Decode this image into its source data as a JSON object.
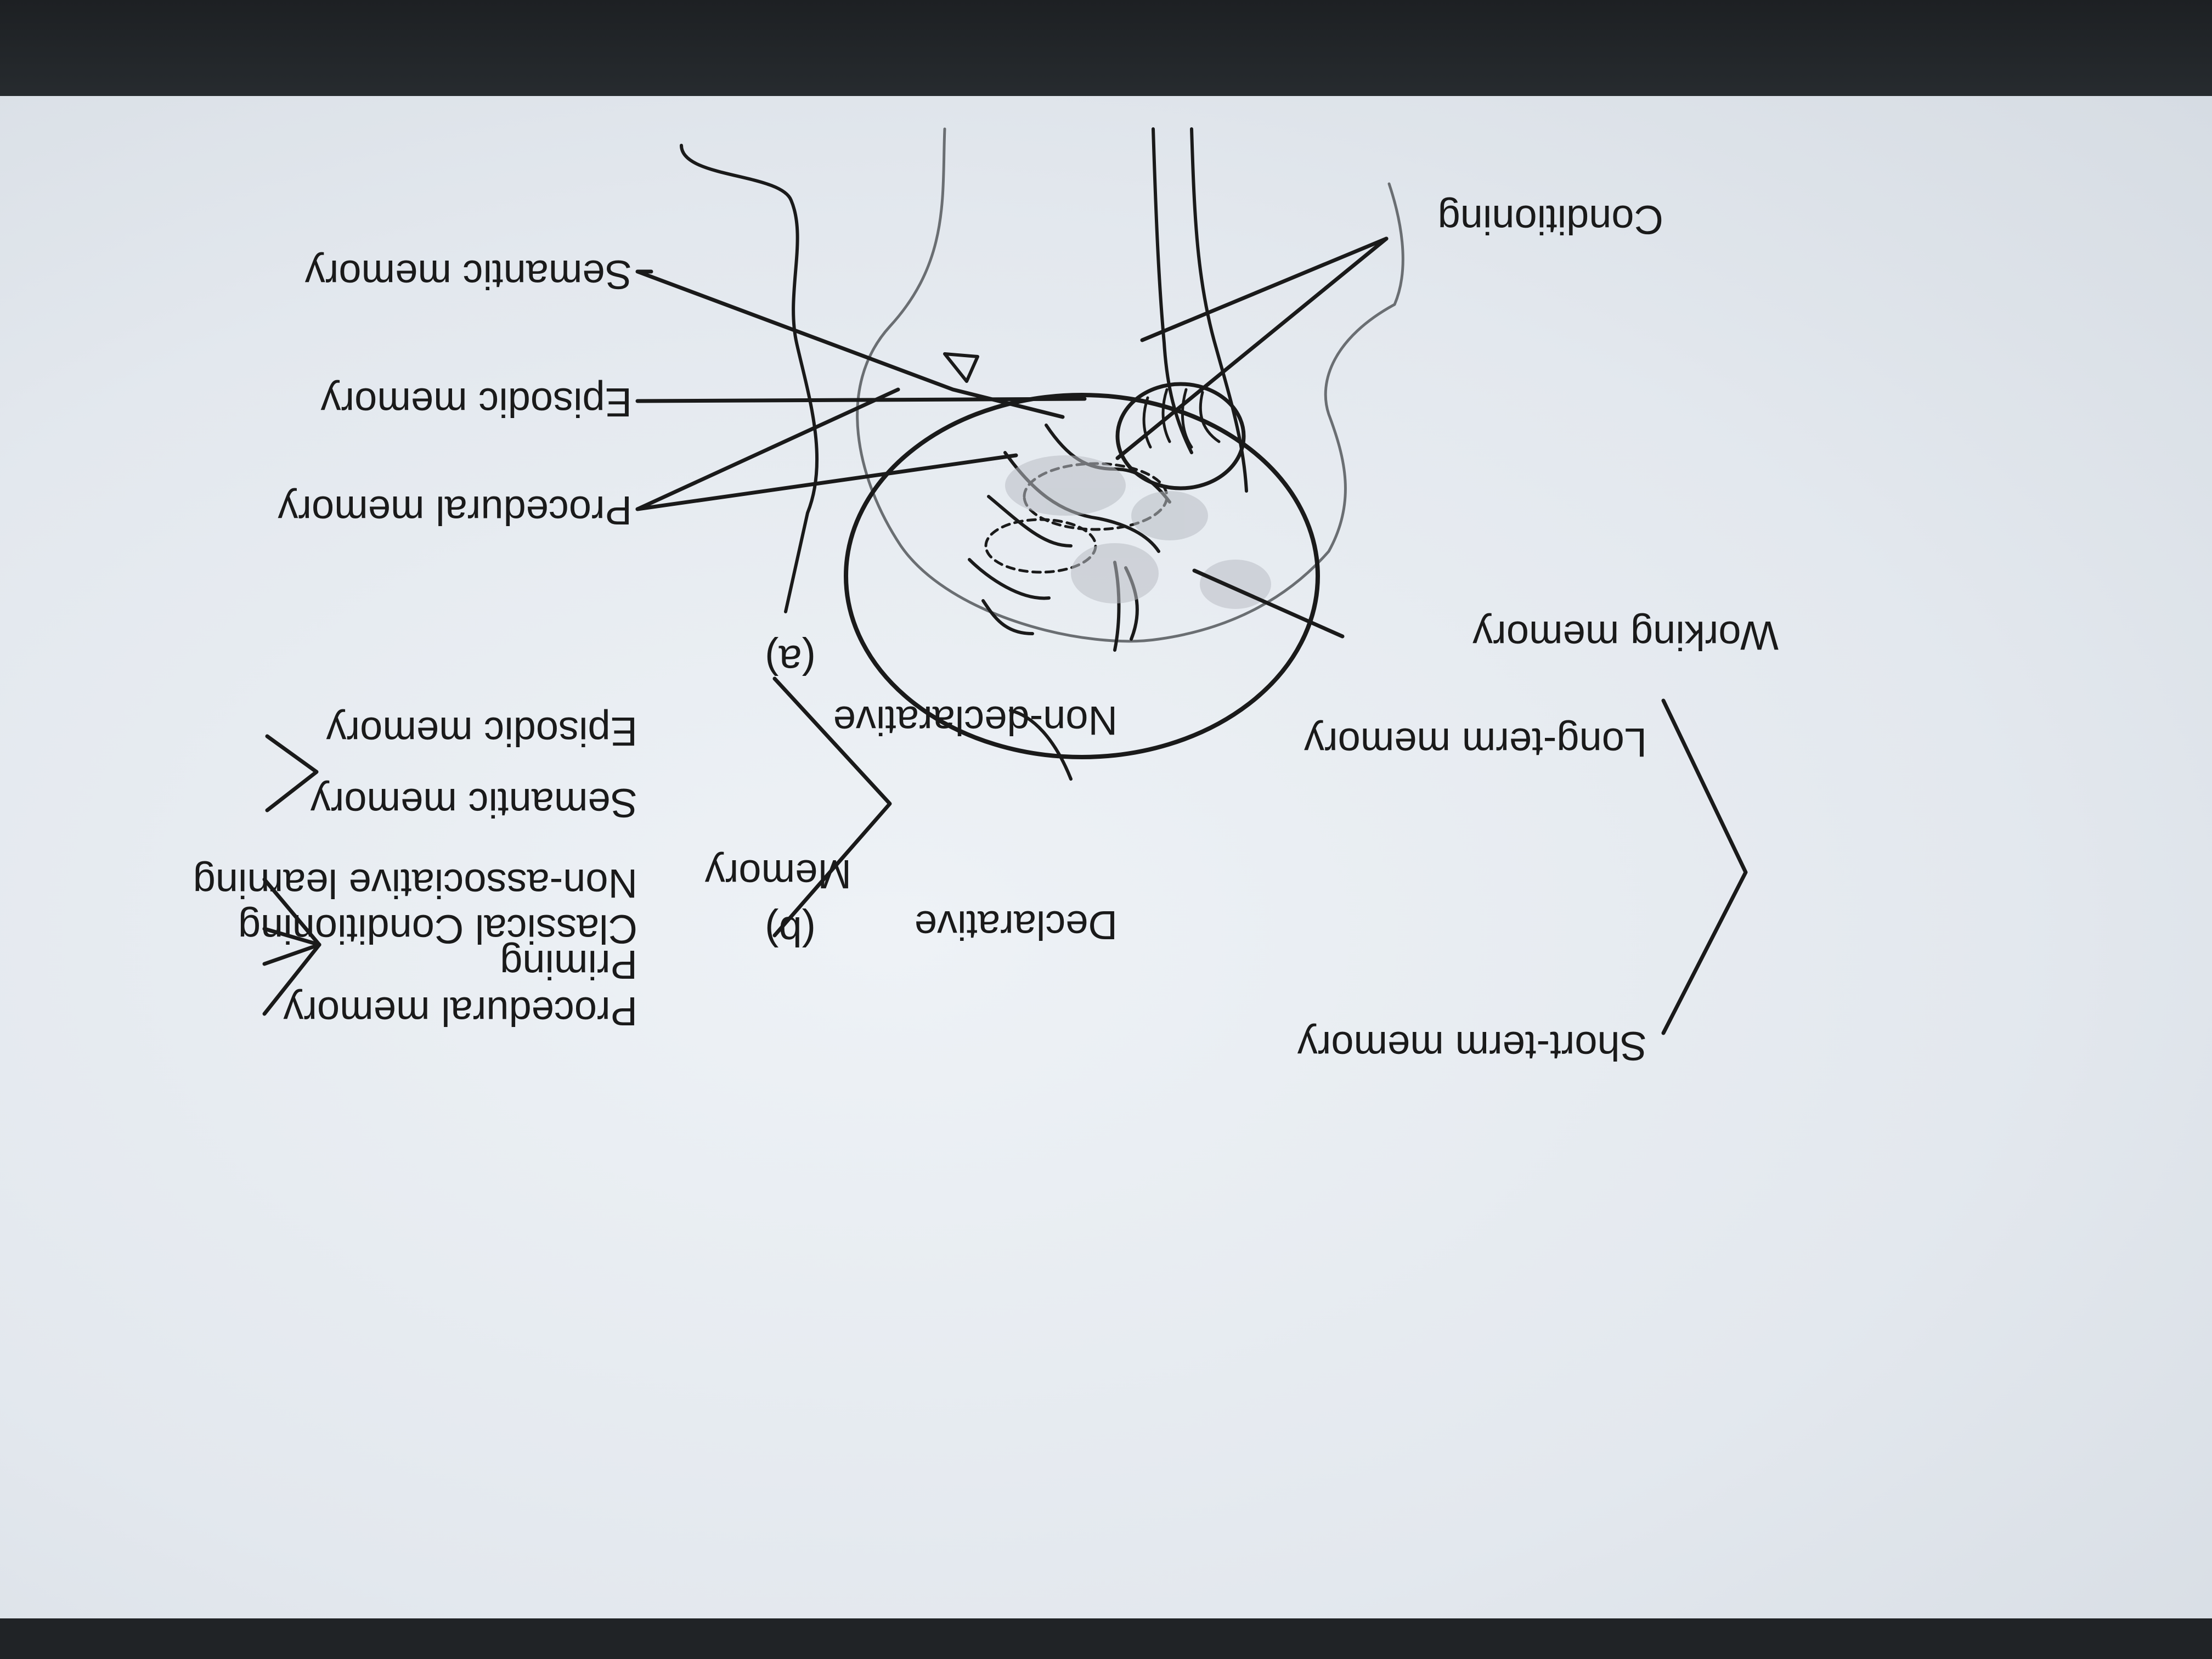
{
  "part_a": {
    "label": "(a)",
    "root": "Memory",
    "level1": [
      "Short-term memory",
      "Long-term memory"
    ],
    "level2": [
      "Declarative",
      "Non-declarative"
    ],
    "declarative": [
      "Semantic memory",
      "Episodic memory"
    ],
    "non_declarative": [
      "Procedural memory",
      "Priming",
      "Classical Conditioning",
      "Non-associative learning"
    ]
  },
  "part_b": {
    "label": "(b)",
    "left_labels": [
      "Semantic memory",
      "Episodic memory",
      "Procedural memory"
    ],
    "right_labels": [
      "Conditioning",
      "Working memory"
    ]
  },
  "colors": {
    "ink": "#1a1a1a",
    "screen": "#e6ebf0",
    "shading": "#b9bec4"
  }
}
